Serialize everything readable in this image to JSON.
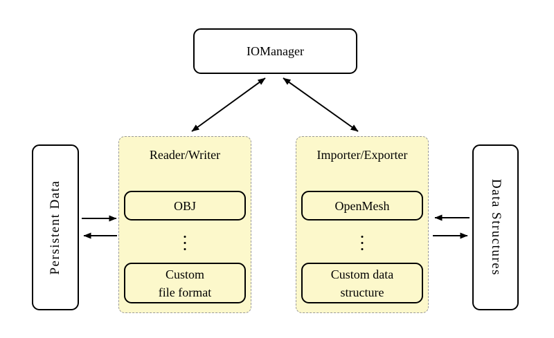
{
  "colors": {
    "background": "#ffffff",
    "panel_fill": "#fcf8cb",
    "panel_border": "#999999",
    "node_border": "#000000",
    "arrow": "#000000",
    "text": "#000000"
  },
  "nodes": {
    "iomanager": {
      "label": "IOManager"
    },
    "persistent_data": {
      "label": "Persistent Data"
    },
    "data_structures": {
      "label": "Data Structures"
    },
    "reader_writer": {
      "title": "Reader/Writer",
      "top_box": "OBJ",
      "bottom_box_line1": "Custom",
      "bottom_box_line2": "file format"
    },
    "importer_exporter": {
      "title": "Importer/Exporter",
      "top_box": "OpenMesh",
      "bottom_box_line1": "Custom data",
      "bottom_box_line2": "structure"
    }
  },
  "connections": [
    {
      "from": "iomanager",
      "to": "reader_writer",
      "style": "bidirectional"
    },
    {
      "from": "iomanager",
      "to": "importer_exporter",
      "style": "bidirectional"
    },
    {
      "from": "persistent_data",
      "to": "reader_writer",
      "style": "single"
    },
    {
      "from": "reader_writer",
      "to": "persistent_data",
      "style": "single"
    },
    {
      "from": "data_structures",
      "to": "importer_exporter",
      "style": "single"
    },
    {
      "from": "importer_exporter",
      "to": "data_structures",
      "style": "single"
    }
  ]
}
